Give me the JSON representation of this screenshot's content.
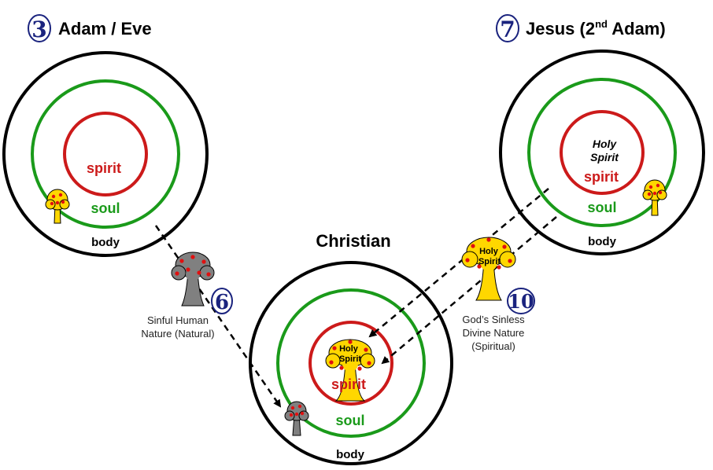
{
  "colors": {
    "body_ring": "#000000",
    "soul_ring": "#1a9a1a",
    "spirit_ring": "#cc1a1a",
    "tree_yellow": "#ffd700",
    "tree_gray": "#808080",
    "fruit": "#e01010",
    "number_ink": "#1a237e"
  },
  "adam": {
    "number": "3",
    "title": "Adam / Eve",
    "spirit": "spirit",
    "soul": "soul",
    "body": "body"
  },
  "jesus": {
    "number": "7",
    "title_main": "Jesus (2",
    "title_sup": "nd",
    "title_end": " Adam)",
    "holy_line1": "Holy",
    "holy_line2": "Spirit",
    "spirit": "spirit",
    "soul": "soul",
    "body": "body"
  },
  "christian": {
    "title": "Christian",
    "spirit": "spirit",
    "soul": "soul",
    "body": "body",
    "tree_line1": "Holy",
    "tree_line2": "Spirit"
  },
  "sinful": {
    "number": "6",
    "line1": "Sinful Human",
    "line2": "Nature (Natural)"
  },
  "divine": {
    "number": "10",
    "line1": "God’s Sinless",
    "line2": "Divine Nature",
    "line3": "(Spiritual)",
    "tree_line1": "Holy",
    "tree_line2": "Spirit"
  },
  "icons": [
    "gray-sin-tree-icon",
    "yellow-fruit-tree-icon",
    "holy-spirit-tree-icon",
    "dashed-arrow-icon"
  ]
}
